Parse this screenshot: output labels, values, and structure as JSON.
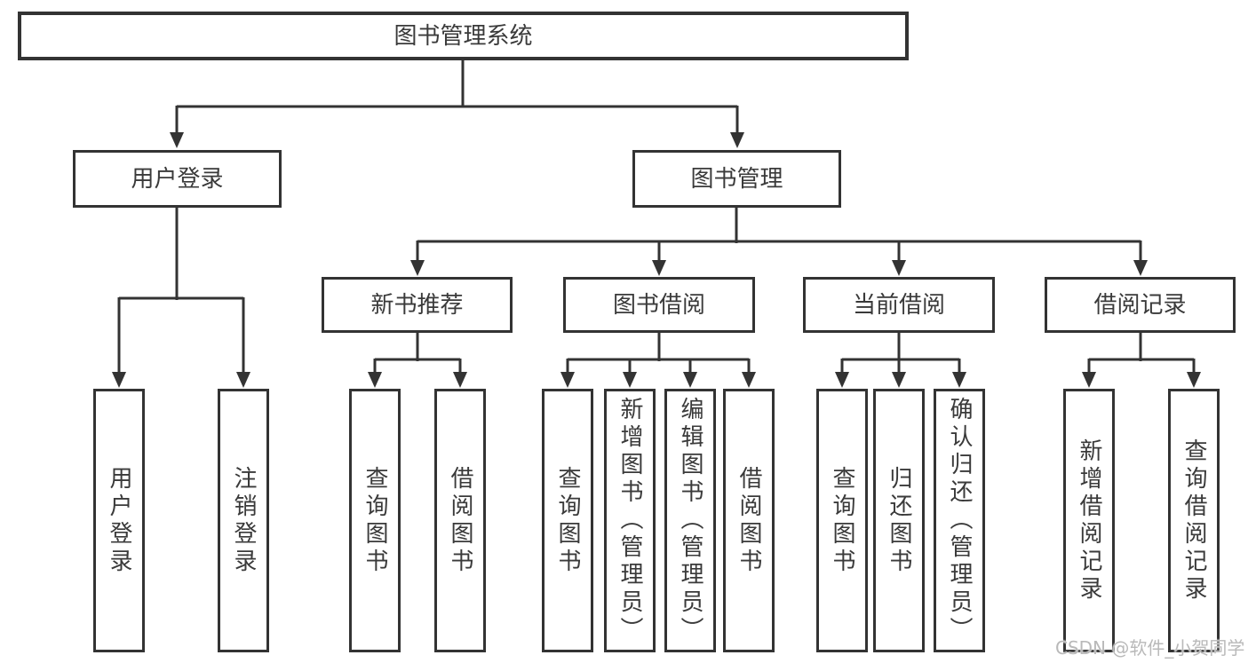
{
  "diagram": {
    "type": "hierarchy-tree",
    "nodes": {
      "root": "图书管理系统",
      "level2": [
        "用户登录",
        "图书管理"
      ],
      "level3": [
        "新书推荐",
        "图书借阅",
        "当前借阅",
        "借阅记录"
      ],
      "leaves": [
        "用户登录",
        "注销登录",
        "查询图书",
        "借阅图书",
        "查询图书",
        "新增图书（管理员）",
        "编辑图书（管理员）",
        "借阅图书",
        "查询图书",
        "归还图书",
        "确认归还（管理员）",
        "新增借阅记录",
        "查询借阅记录"
      ]
    },
    "watermark": "CSDN @软件_小贺同学",
    "colors": {
      "line": "#333333",
      "text": "#3a3a3a",
      "watermark": "#b9b9b9",
      "background": "#ffffff"
    }
  }
}
